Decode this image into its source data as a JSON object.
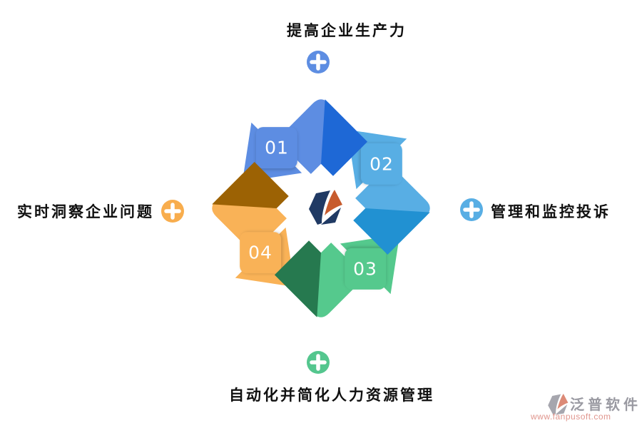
{
  "labels": {
    "top": "提高企业生产力",
    "right": "管理和监控投诉",
    "bottom": "自动化并简化人力资源管理",
    "left": "实时洞察企业问题"
  },
  "steps": [
    {
      "number": "01",
      "bright": "#5d8de2",
      "dark": "#1e68d6"
    },
    {
      "number": "02",
      "bright": "#58aee4",
      "dark": "#2191d2"
    },
    {
      "number": "03",
      "bright": "#55c98d",
      "dark": "#26794f"
    },
    {
      "number": "04",
      "bright": "#f9b257",
      "dark": "#9c6204"
    }
  ],
  "plus_icons": {
    "top": "#5d8de2",
    "right": "#58aee4",
    "bottom": "#54c68e",
    "left": "#f8ad4d"
  },
  "logo": {
    "navy": "#203a64",
    "orange": "#c75b2d"
  },
  "watermark": {
    "brand": "泛普软件",
    "url": "www.fanpusoft.com",
    "brand_color": "#9a9aa2",
    "url_color": "#e0958d",
    "mark_gray": "#a6a6ae",
    "mark_salmon": "#dc8a77"
  }
}
